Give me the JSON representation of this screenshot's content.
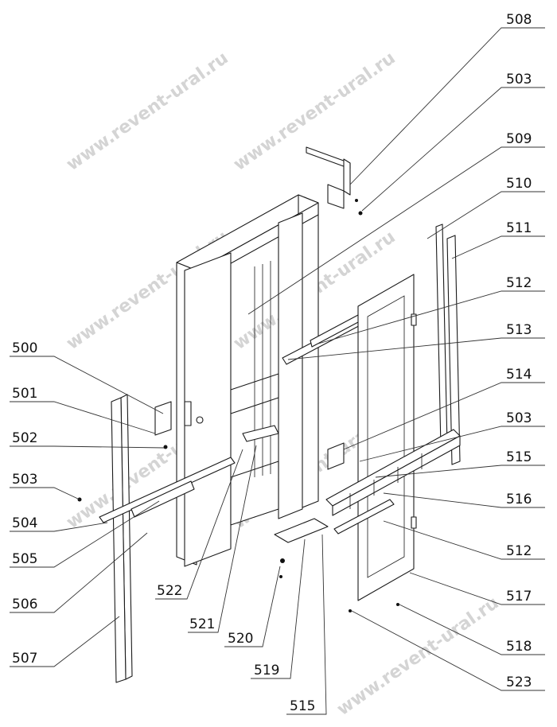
{
  "watermark": "www.revent-ural.ru",
  "labels_right": [
    "508",
    "503",
    "509",
    "510",
    "511",
    "512",
    "513",
    "514",
    "503",
    "515",
    "516",
    "512",
    "517",
    "518",
    "523"
  ],
  "labels_left": [
    "500",
    "501",
    "502",
    "503",
    "504",
    "505",
    "506",
    "507"
  ],
  "labels_bottom": [
    "522",
    "521",
    "520",
    "519",
    "515"
  ]
}
